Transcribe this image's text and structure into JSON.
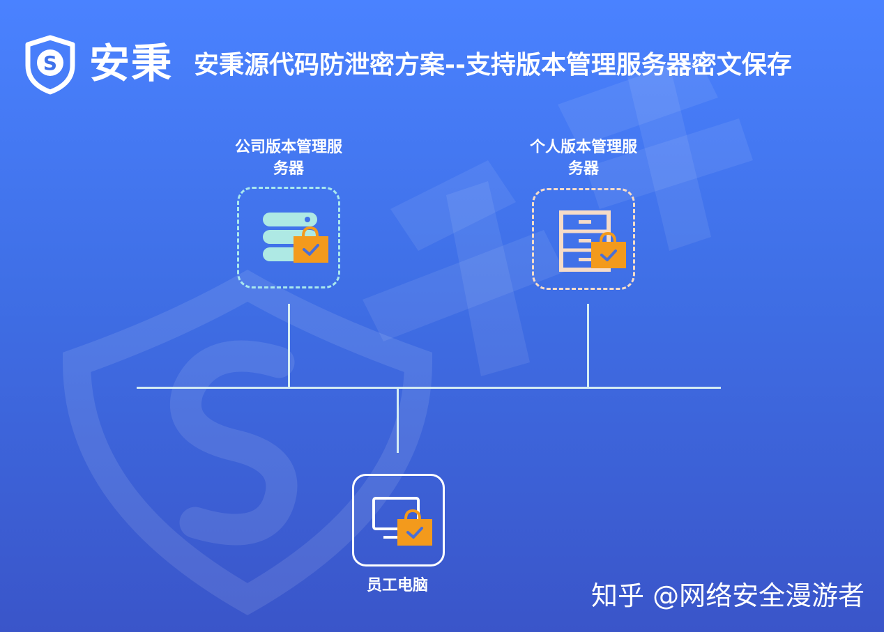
{
  "header": {
    "brand": "安秉",
    "title": "安秉源代码防泄密方案--支持版本管理服务器密文保存",
    "logo_letter": "S"
  },
  "nodes": {
    "company_server": {
      "label_line1": "公司版本管理服",
      "label_line2": "务器",
      "icon": "server-stack-icon"
    },
    "personal_server": {
      "label_line1": "个人版本管理服",
      "label_line2": "务器",
      "icon": "file-cabinet-icon"
    },
    "employee_pc": {
      "label": "员工电脑",
      "icon": "monitor-icon"
    }
  },
  "overlay_icon": "lock-check-icon",
  "footer": {
    "text": "知乎 @网络安全漫游者"
  },
  "colors": {
    "accent_orange": "#f39a1c",
    "company_teal": "#a9e8ee",
    "personal_peach": "#f6dcc8",
    "line": "#d4ecf3"
  }
}
